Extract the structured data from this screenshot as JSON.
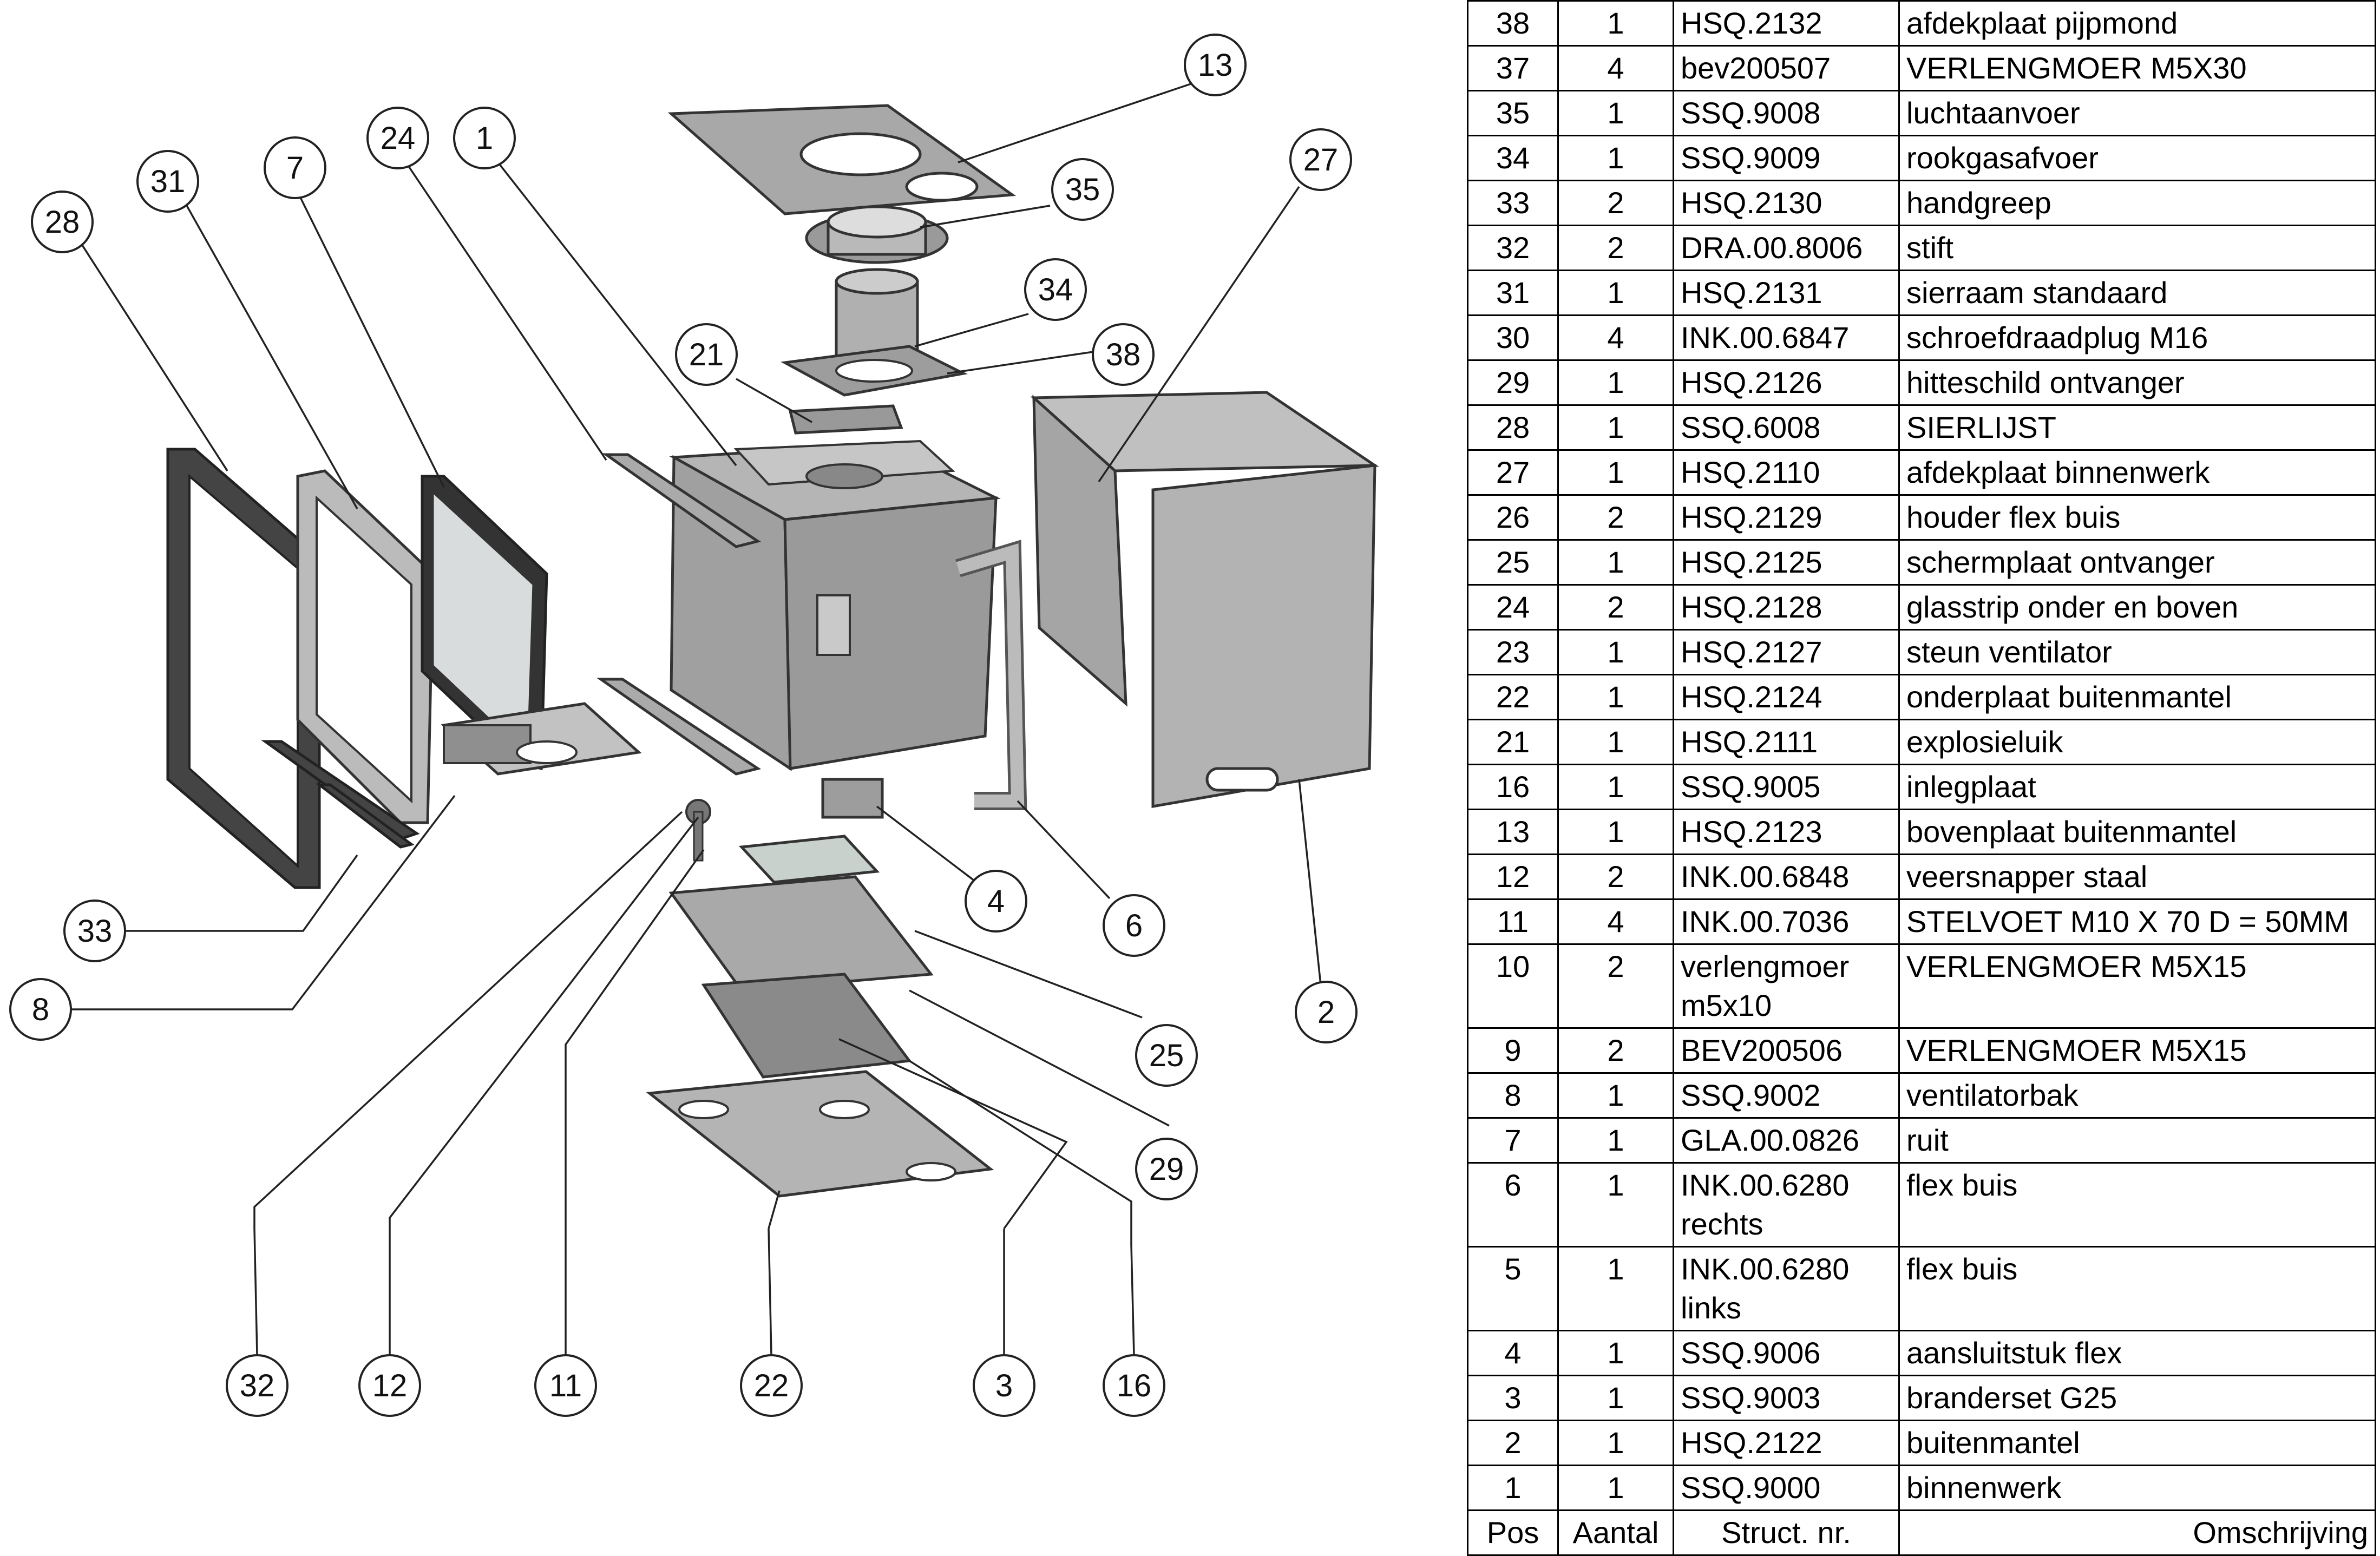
{
  "diagram": {
    "callouts": [
      "13",
      "35",
      "34",
      "38",
      "21",
      "27",
      "24",
      "1",
      "7",
      "31",
      "28",
      "33",
      "8",
      "4",
      "6",
      "25",
      "29",
      "2",
      "32",
      "12",
      "11",
      "22",
      "3",
      "16"
    ]
  },
  "bom": {
    "headers": {
      "pos": "Pos",
      "qty": "Aantal",
      "code": "Struct. nr.",
      "desc": "Omschrijving"
    },
    "rows": [
      {
        "pos": "38",
        "qty": "1",
        "code": "HSQ.2132",
        "desc": "afdekplaat pijpmond"
      },
      {
        "pos": "37",
        "qty": "4",
        "code": "bev200507",
        "desc": "VERLENGMOER M5X30"
      },
      {
        "pos": "35",
        "qty": "1",
        "code": "SSQ.9008",
        "desc": "luchtaanvoer"
      },
      {
        "pos": "34",
        "qty": "1",
        "code": "SSQ.9009",
        "desc": "rookgasafvoer"
      },
      {
        "pos": "33",
        "qty": "2",
        "code": "HSQ.2130",
        "desc": "handgreep"
      },
      {
        "pos": "32",
        "qty": "2",
        "code": "DRA.00.8006",
        "desc": "stift"
      },
      {
        "pos": "31",
        "qty": "1",
        "code": "HSQ.2131",
        "desc": "sierraam standaard"
      },
      {
        "pos": "30",
        "qty": "4",
        "code": "INK.00.6847",
        "desc": "schroefdraadplug M16"
      },
      {
        "pos": "29",
        "qty": "1",
        "code": "HSQ.2126",
        "desc": "hitteschild ontvanger"
      },
      {
        "pos": "28",
        "qty": "1",
        "code": "SSQ.6008",
        "desc": "SIERLIJST"
      },
      {
        "pos": "27",
        "qty": "1",
        "code": "HSQ.2110",
        "desc": "afdekplaat binnenwerk"
      },
      {
        "pos": "26",
        "qty": "2",
        "code": "HSQ.2129",
        "desc": "houder flex buis"
      },
      {
        "pos": "25",
        "qty": "1",
        "code": "HSQ.2125",
        "desc": "schermplaat ontvanger"
      },
      {
        "pos": "24",
        "qty": "2",
        "code": "HSQ.2128",
        "desc": "glasstrip onder en boven"
      },
      {
        "pos": "23",
        "qty": "1",
        "code": "HSQ.2127",
        "desc": "steun ventilator"
      },
      {
        "pos": "22",
        "qty": "1",
        "code": "HSQ.2124",
        "desc": "onderplaat buitenmantel"
      },
      {
        "pos": "21",
        "qty": "1",
        "code": "HSQ.2111",
        "desc": "explosieluik"
      },
      {
        "pos": "16",
        "qty": "1",
        "code": "SSQ.9005",
        "desc": "inlegplaat"
      },
      {
        "pos": "13",
        "qty": "1",
        "code": "HSQ.2123",
        "desc": "bovenplaat buitenmantel"
      },
      {
        "pos": "12",
        "qty": "2",
        "code": "INK.00.6848",
        "desc": "veersnapper staal"
      },
      {
        "pos": "11",
        "qty": "4",
        "code": "INK.00.7036",
        "desc": "STELVOET M10 X 70 D = 50MM"
      },
      {
        "pos": "10",
        "qty": "2",
        "code": "verlengmoer m5x10",
        "desc": "VERLENGMOER M5X15"
      },
      {
        "pos": "9",
        "qty": "2",
        "code": "BEV200506",
        "desc": "VERLENGMOER M5X15"
      },
      {
        "pos": "8",
        "qty": "1",
        "code": "SSQ.9002",
        "desc": "ventilatorbak"
      },
      {
        "pos": "7",
        "qty": "1",
        "code": "GLA.00.0826",
        "desc": "ruit"
      },
      {
        "pos": "6",
        "qty": "1",
        "code": "INK.00.6280 rechts",
        "desc": "flex buis"
      },
      {
        "pos": "5",
        "qty": "1",
        "code": "INK.00.6280 links",
        "desc": "flex buis"
      },
      {
        "pos": "4",
        "qty": "1",
        "code": "SSQ.9006",
        "desc": "aansluitstuk flex"
      },
      {
        "pos": "3",
        "qty": "1",
        "code": "SSQ.9003",
        "desc": "branderset G25"
      },
      {
        "pos": "2",
        "qty": "1",
        "code": "HSQ.2122",
        "desc": "buitenmantel"
      },
      {
        "pos": "1",
        "qty": "1",
        "code": "SSQ.9000",
        "desc": "binnenwerk"
      }
    ]
  }
}
